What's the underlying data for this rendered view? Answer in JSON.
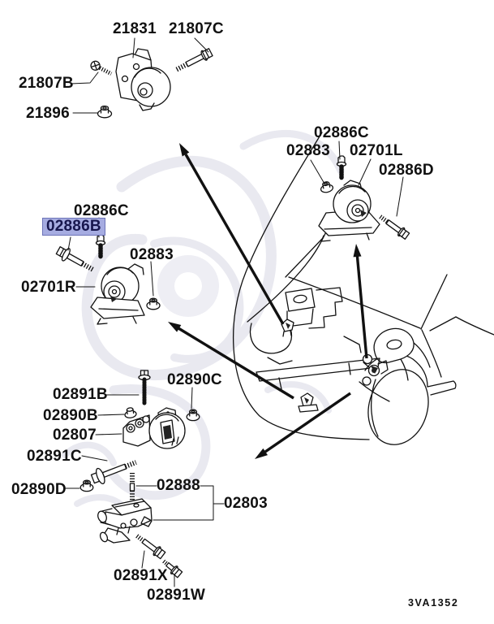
{
  "diagram": {
    "drawing_code": "3VA1352",
    "selected_part": "02886B",
    "highlight_bg": "#a6ace1",
    "highlight_border": "#6d74b8",
    "labels": [
      {
        "id": "21831",
        "text": "21831"
      },
      {
        "id": "21807C",
        "text": "21807C"
      },
      {
        "id": "21807B",
        "text": "21807B"
      },
      {
        "id": "21896",
        "text": "21896"
      },
      {
        "id": "02886C-right",
        "text": "02886C"
      },
      {
        "id": "02883-right",
        "text": "02883"
      },
      {
        "id": "02701L",
        "text": "02701L"
      },
      {
        "id": "02886D",
        "text": "02886D"
      },
      {
        "id": "02886C-left",
        "text": "02886C"
      },
      {
        "id": "02886B",
        "text": "02886B",
        "highlighted": true
      },
      {
        "id": "02883-left",
        "text": "02883"
      },
      {
        "id": "02701R",
        "text": "02701R"
      },
      {
        "id": "02891B",
        "text": "02891B"
      },
      {
        "id": "02890C",
        "text": "02890C"
      },
      {
        "id": "02890B",
        "text": "02890B"
      },
      {
        "id": "02807",
        "text": "02807"
      },
      {
        "id": "02891C",
        "text": "02891C"
      },
      {
        "id": "02890D",
        "text": "02890D"
      },
      {
        "id": "02888",
        "text": "02888"
      },
      {
        "id": "02803",
        "text": "02803"
      },
      {
        "id": "02891X",
        "text": "02891X"
      },
      {
        "id": "02891W",
        "text": "02891W"
      }
    ]
  }
}
